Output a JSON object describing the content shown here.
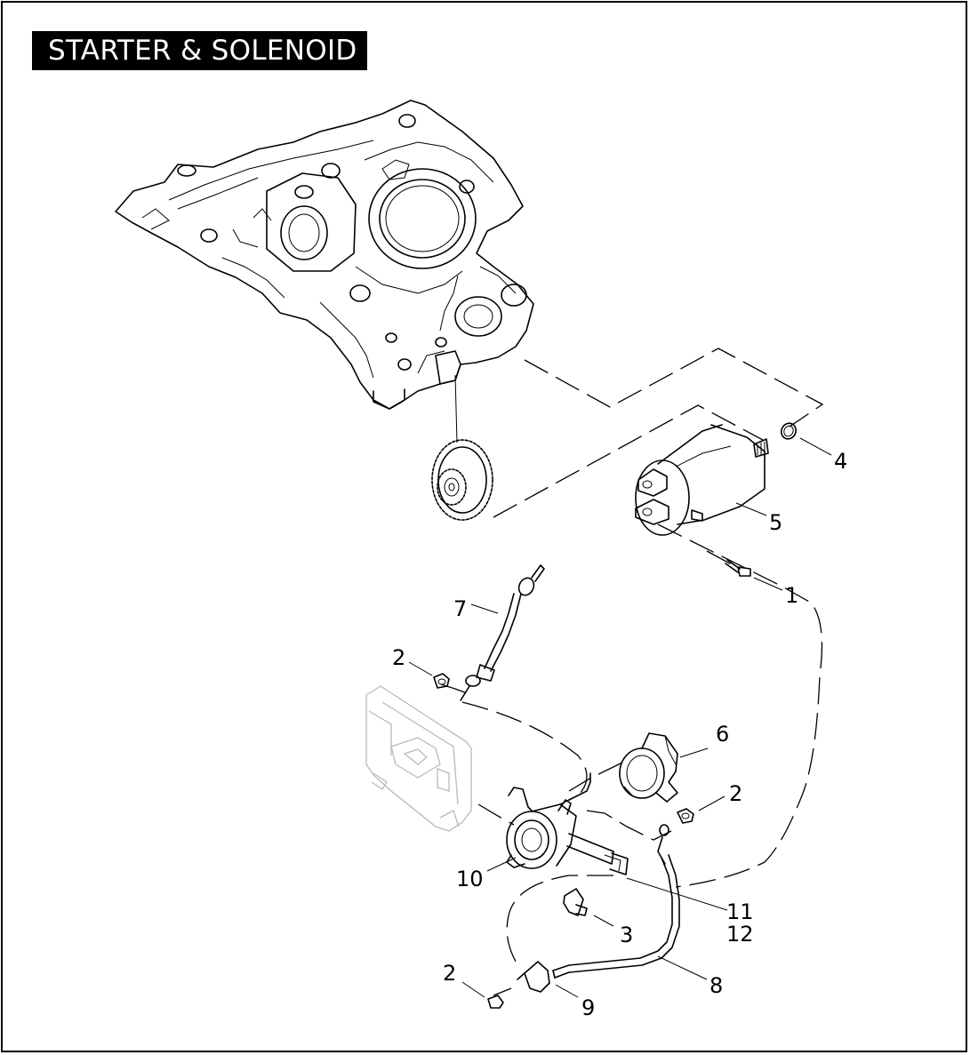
{
  "title": "STARTER & SOLENOID",
  "callouts": {
    "c1": "1",
    "c2a": "2",
    "c2b": "2",
    "c2c": "2",
    "c3": "3",
    "c4": "4",
    "c5": "5",
    "c6": "6",
    "c7": "7",
    "c8": "8",
    "c9": "9",
    "c10": "10",
    "c11": "11",
    "c12": "12"
  }
}
